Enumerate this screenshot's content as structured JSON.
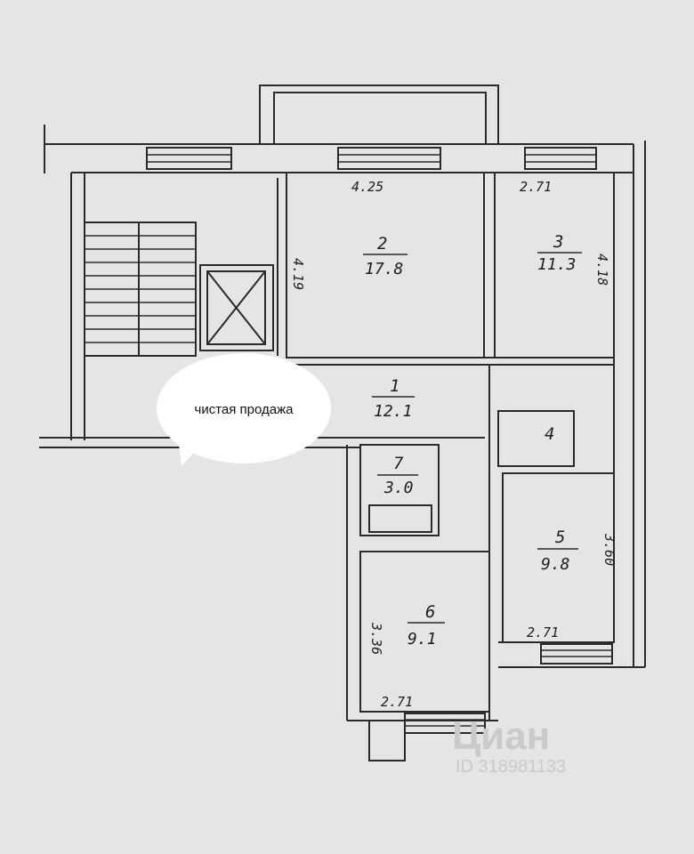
{
  "rooms": [
    {
      "number": "1",
      "area": "12.1"
    },
    {
      "number": "2",
      "area": "17.8",
      "width": "4.25",
      "depth": "4.19"
    },
    {
      "number": "3",
      "area": "11.3",
      "width": "2.71",
      "depth": "4.18"
    },
    {
      "number": "4"
    },
    {
      "number": "5",
      "area": "9.8",
      "width": "2.71",
      "depth": "3.60"
    },
    {
      "number": "6",
      "area": "9.1",
      "width": "2.71",
      "depth": "3.36"
    },
    {
      "number": "7",
      "area": "3.0"
    }
  ],
  "callout": {
    "text": "чистая продажа"
  },
  "watermark": {
    "brand": "Циан",
    "id": "ID 318981133"
  },
  "colors": {
    "paper": "#e4e6e3",
    "ink": "#2a2a2a",
    "watermark": "#c9cbc8",
    "bubble": "#ffffff"
  }
}
